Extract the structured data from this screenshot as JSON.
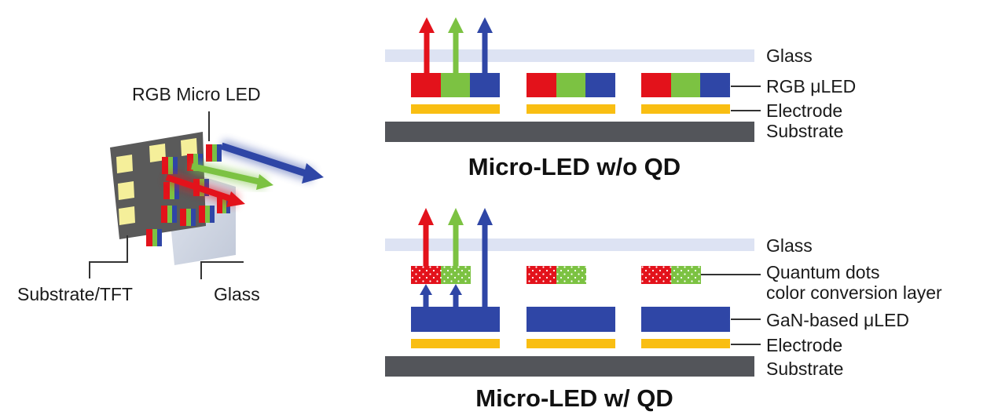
{
  "colors": {
    "red": "#e3121b",
    "green": "#7cc242",
    "blue": "#2f46a6",
    "electrode": "#f9be12",
    "substrate": "#53555a",
    "glass": "#dde3f3",
    "tft_panel": "#5a5a5a",
    "tft_cell": "#f5ef9a"
  },
  "icons": {
    "emission_arrow": "arrow-up-icon",
    "qd_dots": "dotted-pattern-icon"
  },
  "left_illustration": {
    "label_rgb": "RGB Micro LED",
    "label_substrate": "Substrate/TFT",
    "label_glass": "Glass"
  },
  "top_diagram": {
    "title": "Micro-LED w/o QD",
    "labels": {
      "glass": "Glass",
      "led": "RGB μLED",
      "electrode": "Electrode",
      "substrate": "Substrate"
    }
  },
  "bottom_diagram": {
    "title": "Micro-LED w/ QD",
    "labels": {
      "glass": "Glass",
      "qd_line1": "Quantum dots",
      "qd_line2": "color conversion layer",
      "led": "GaN-based μLED",
      "electrode": "Electrode",
      "substrate": "Substrate"
    }
  }
}
